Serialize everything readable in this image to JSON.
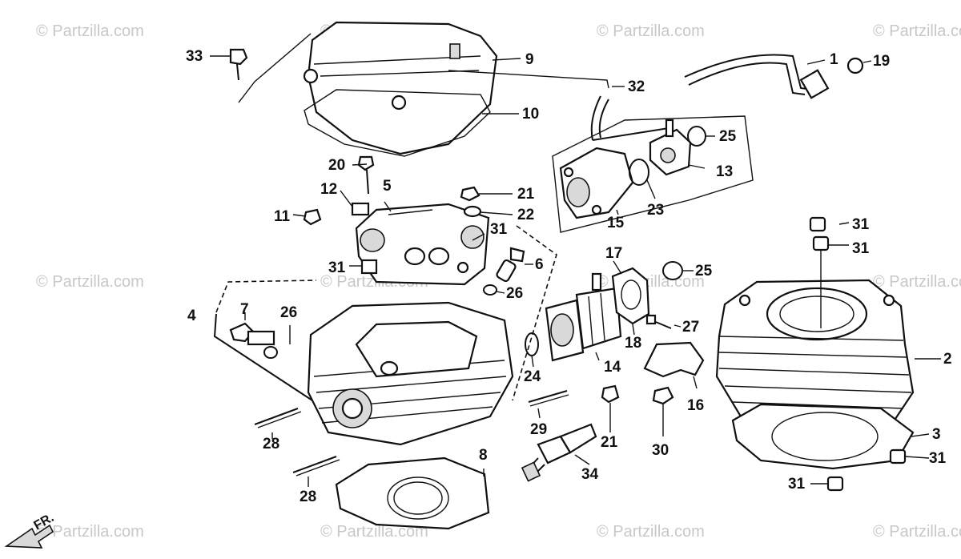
{
  "watermark": "© Partzilla.com",
  "front_label": "FR.",
  "callouts": [
    "1",
    "2",
    "3",
    "4",
    "5",
    "6",
    "7",
    "8",
    "9",
    "10",
    "11",
    "12",
    "13",
    "14",
    "15",
    "16",
    "17",
    "18",
    "19",
    "20",
    "21",
    "21",
    "22",
    "23",
    "24",
    "25",
    "25",
    "26",
    "26",
    "27",
    "28",
    "28",
    "29",
    "30",
    "31",
    "31",
    "31",
    "31",
    "31",
    "31",
    "32",
    "33",
    "34"
  ],
  "colors": {
    "ink": "#111111",
    "watermark": "#c8c8c8",
    "background": "#ffffff"
  }
}
